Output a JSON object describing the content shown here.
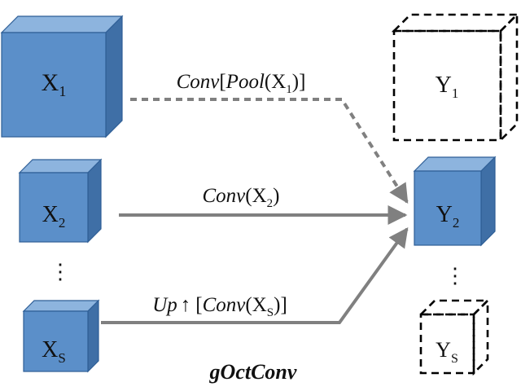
{
  "colors": {
    "cube_fill": "#5b8fc9",
    "cube_top": "#8db4de",
    "cube_side": "#3f6fa6",
    "cube_edge": "#2e5e96",
    "arrow": "#808080",
    "dashed_cube": "#000000"
  },
  "inputs": {
    "x1": {
      "base": "X",
      "sub": "1"
    },
    "x2": {
      "base": "X",
      "sub": "2"
    },
    "xs": {
      "base": "X",
      "sub": "S"
    }
  },
  "outputs": {
    "y1": {
      "base": "Y",
      "sub": "1"
    },
    "y2": {
      "base": "Y",
      "sub": "2"
    },
    "ys": {
      "base": "Y",
      "sub": "S"
    }
  },
  "ellipsis": "⋮",
  "operations": {
    "pool": {
      "conv": "Conv",
      "open_bracket": "[",
      "pool": "Pool",
      "open_paren": "(",
      "base": "X",
      "sub": "1",
      "close": ")]"
    },
    "direct": {
      "conv": "Conv",
      "open_paren": "(",
      "base": "X",
      "sub": "2",
      "close": ")"
    },
    "up": {
      "up": "Up",
      "arrow": "↑",
      "open_bracket": "[",
      "conv": "Conv",
      "open_paren": "(",
      "base": "X",
      "sub": "S",
      "close": ")]"
    }
  },
  "caption": "gOctConv"
}
